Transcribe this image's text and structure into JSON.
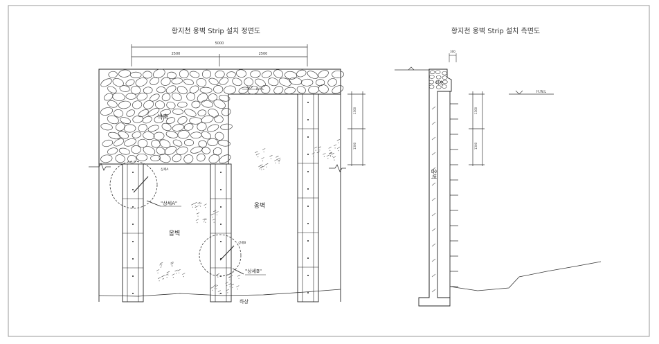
{
  "front_view": {
    "title": "황지천 옹벽 Strip 설치 정면도",
    "dim_total": "5000",
    "dim_left": "2500",
    "dim_right": "2500",
    "rip_rap_label": "석축",
    "wall_label_left": "옹벽",
    "wall_label_right": "옹벽",
    "detail_a_label": "\"상세A\"",
    "detail_b_label": "\"상세B\"",
    "detail_a_tag": "상세A",
    "detail_b_tag": "상세B",
    "riverbed_label": "하상",
    "water_level_tag": "H.W.L",
    "dim_side_1": "1300",
    "dim_side_2": "1300"
  },
  "side_view": {
    "title": "황지천 옹벽 Strip 설치 측면도",
    "top_dim": "300",
    "rip_rap_label": "석축",
    "wall_label": "옹벽",
    "hwl_label": "H.W.L",
    "dim_side_1": "1300",
    "dim_side_2": "1300"
  },
  "colors": {
    "line": "#222222",
    "stone": "#444444",
    "frame": "#888888"
  }
}
